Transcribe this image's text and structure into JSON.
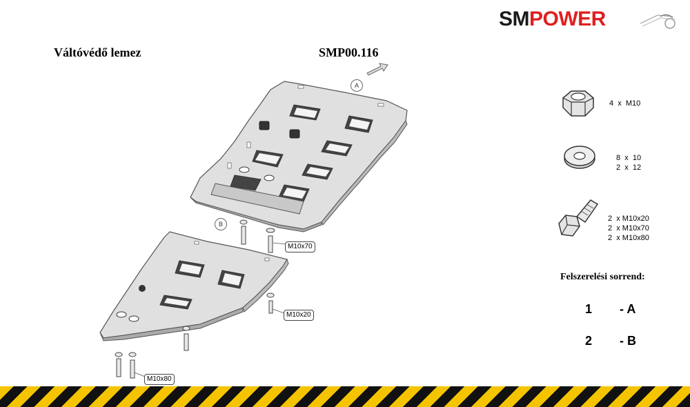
{
  "title": "Váltóvédő lemez",
  "code": "SMP00.116",
  "logo": {
    "part1": "SM",
    "part2": "POWER",
    "color1": "#1a1a1a",
    "color2": "#e02020"
  },
  "hardware": [
    {
      "icon": "nut-icon",
      "lines": [
        "4  x  M10"
      ]
    },
    {
      "icon": "washer-icon",
      "lines": [
        "8  x  10",
        "2  x  12"
      ]
    },
    {
      "icon": "bolt-icon",
      "lines": [
        "2  x M10x20",
        "2  x M10x70",
        "2  x M10x80"
      ]
    }
  ],
  "order_title": "Felszerelési sorrend:",
  "order": [
    {
      "num": "1",
      "part": "- A"
    },
    {
      "num": "2",
      "part": "- B"
    }
  ],
  "plates": {
    "a": "A",
    "b": "B"
  },
  "bolt_labels": {
    "m10x70": "M10x70",
    "m10x20": "M10x20",
    "m10x80": "M10x80"
  }
}
